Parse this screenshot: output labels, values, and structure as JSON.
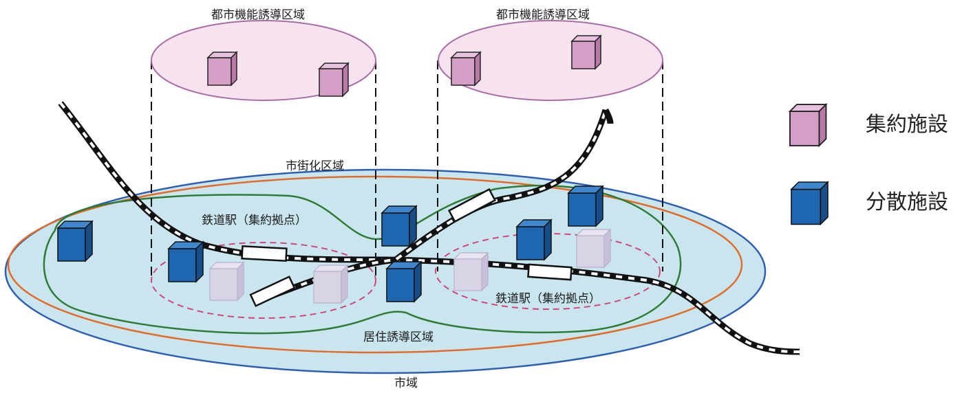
{
  "labels": {
    "induction_area_left": "都市機能誘導区域",
    "induction_area_right": "都市機能誘導区域",
    "urbanization_area": "市街化区域",
    "station_left": "鉄道駅（集約拠点）",
    "station_right": "鉄道駅（集約拠点）",
    "residential_area": "居住誘導区域",
    "city_area": "市域"
  },
  "legend": {
    "aggregated": {
      "label": "集約施設",
      "color": "#d59ec7"
    },
    "dispersed": {
      "label": "分散施設",
      "color": "#1f66b0"
    }
  },
  "colors": {
    "city_fill": "#c9e6ee",
    "city_border": "#2e5fb0",
    "urban_border": "#e46a2a",
    "residential_border": "#2f7a34",
    "station_dash": "#d4447c",
    "induction_fill": "#f6e3ef",
    "induction_border": "#a86ca8",
    "faded_cube": "#d9d3e6"
  }
}
